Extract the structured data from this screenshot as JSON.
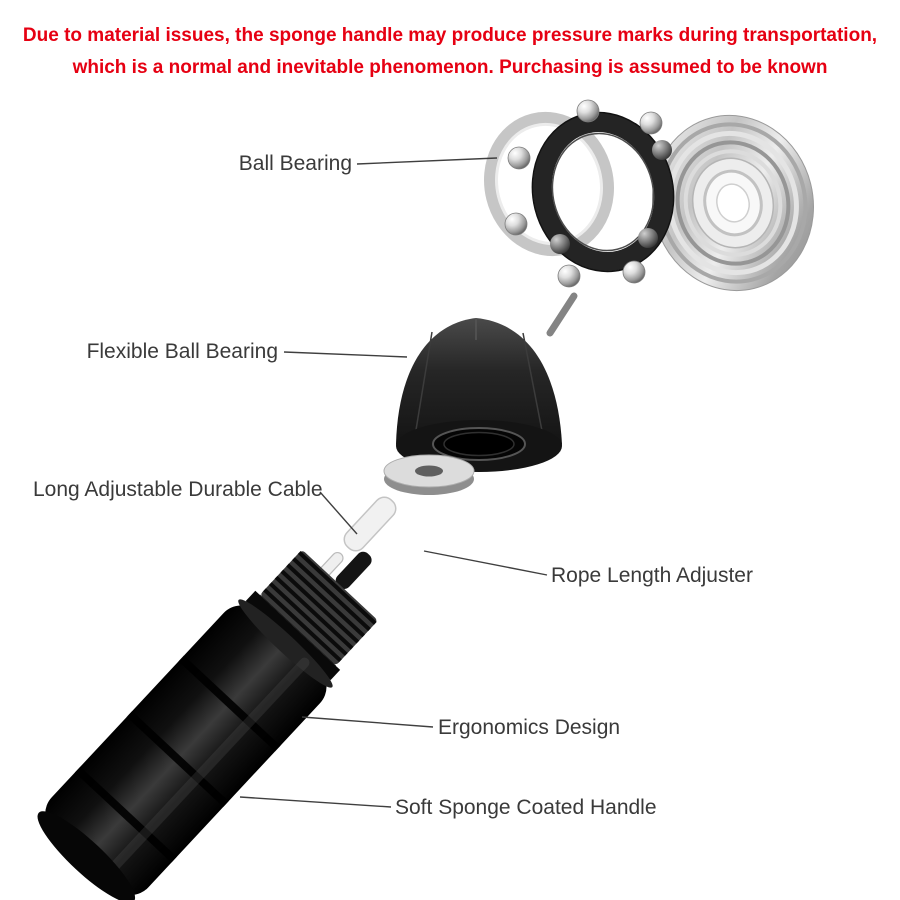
{
  "disclaimer": {
    "line1": "Due to material issues, the sponge handle may produce pressure marks during transportation,",
    "line2": "which is a normal and inevitable phenomenon. Purchasing is assumed to be known"
  },
  "labels": {
    "ball_bearing": "Ball Bearing",
    "flexible_ball_bearing": "Flexible Ball Bearing",
    "cable": "Long Adjustable Durable Cable",
    "rope_length_adjuster": "Rope Length Adjuster",
    "ergonomics": "Ergonomics Design",
    "sponge_handle": "Soft Sponge Coated Handle"
  },
  "colors": {
    "disclaimer_red": "#e60012",
    "label_text": "#3a3a3a",
    "handle_black": "#111111",
    "metal_silver": "#c9c9c9",
    "background": "#ffffff"
  }
}
